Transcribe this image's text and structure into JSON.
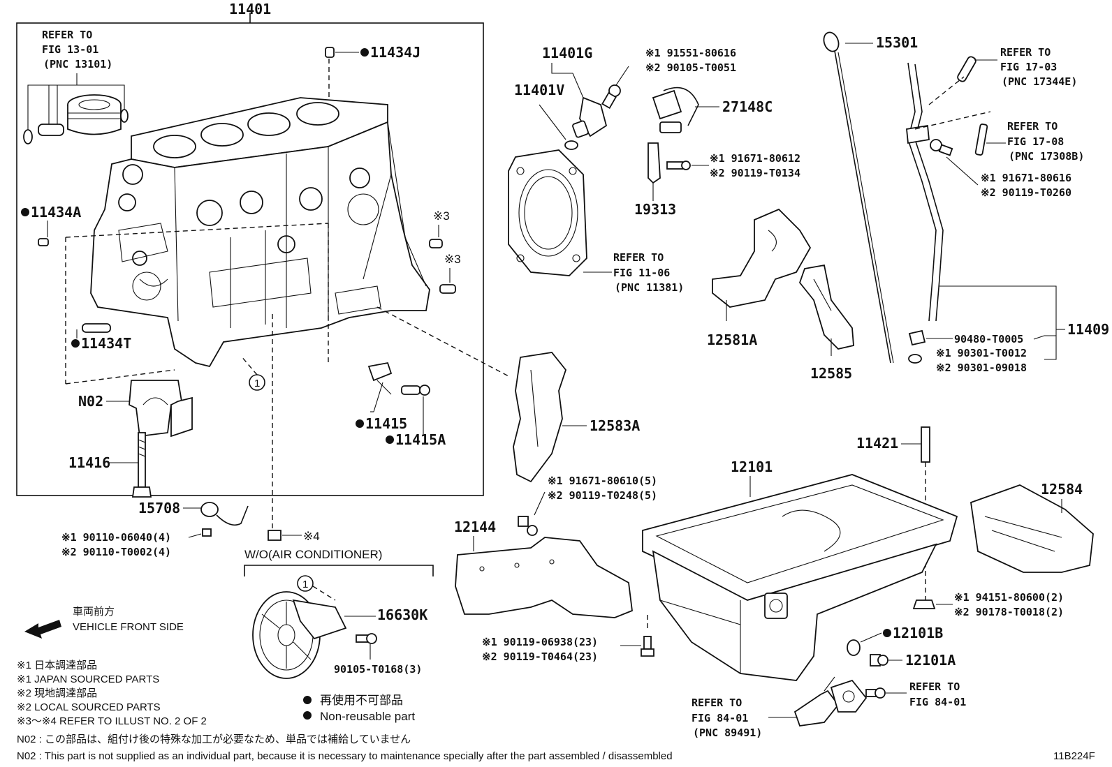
{
  "diagram_code": "11B224F",
  "labels": {
    "assembly_11401": "11401",
    "refer_fig_13_01": [
      "REFER TO",
      "FIG 13-01",
      "(PNC 13101)"
    ],
    "p_11434J": "11434J",
    "p_11434A": "11434A",
    "p_11434T": "11434T",
    "mark_3a": "※3",
    "mark_3b": "※3",
    "circle_1": "1",
    "p_N02": "N02",
    "p_11416": "11416",
    "p_11415": "11415",
    "p_11415A": "11415A",
    "p_15708": "15708",
    "p_15708_b1": "※1 90110-06040(4)",
    "p_15708_b2": "※2 90110-T0002(4)",
    "mark_4": "※4",
    "wo_air_conditioner": "W/O(AIR CONDITIONER)",
    "circle_1b": "1",
    "p_16630K": "16630K",
    "p_16630K_bolt": "90105-T0168(3)",
    "p_11401G": "11401G",
    "p_11401V": "11401V",
    "p_11401G_b1": "※1 91551-80616",
    "p_11401G_b2": "※2 90105-T0051",
    "p_27148C": "27148C",
    "p_19313_b1": "※1 91671-80612",
    "p_19313_b2": "※2 90119-T0134",
    "p_19313": "19313",
    "refer_fig_11_06": [
      "REFER TO",
      "FIG 11-06",
      "(PNC 11381)"
    ],
    "p_12581A": "12581A",
    "p_12585": "12585",
    "p_12583A": "12583A",
    "p_12583A_b1": "※1 91671-80610(5)",
    "p_12583A_b2": "※2 90119-T0248(5)",
    "p_12144": "12144",
    "p_12144_b1": "※1 90119-06938(23)",
    "p_12144_b2": "※2 90119-T0464(23)",
    "p_15301": "15301",
    "refer_fig_17_03": [
      "REFER TO",
      "FIG 17-03",
      "(PNC 17344E)"
    ],
    "refer_fig_17_08": [
      "REFER TO",
      "FIG 17-08",
      "(PNC 17308B)"
    ],
    "p_tube_b1": "※1 91671-80616",
    "p_tube_b2": "※2 90119-T0260",
    "p_11409": "11409",
    "p_90480": "90480-T0005",
    "p_90301_1": "※1 90301-T0012",
    "p_90301_2": "※2 90301-09018",
    "p_11421": "11421",
    "p_12101": "12101",
    "p_12584": "12584",
    "p_pan_nut1": "※1 94151-80600(2)",
    "p_pan_nut2": "※2 90178-T0018(2)",
    "p_12101B": "12101B",
    "p_12101A": "12101A",
    "refer_fig_84_01a": [
      "REFER TO",
      "FIG 84-01",
      "(PNC 89491)"
    ],
    "refer_fig_84_01b": [
      "REFER TO",
      "FIG 84-01"
    ]
  },
  "legend": {
    "vehicle_front_jp": "車両前方",
    "vehicle_front_en": "VEHICLE FRONT SIDE",
    "non_reusable_jp": "再使用不可部品",
    "non_reusable_en": "Non-reusable part",
    "notes": [
      "※1  日本調達部品",
      "※1  JAPAN SOURCED PARTS",
      "※2  現地調達部品",
      "※2  LOCAL SOURCED PARTS",
      "※3～※4  REFER TO ILLUST NO. 2 OF 2"
    ],
    "n02_jp": "N02 : この部品は、組付け後の特殊な加工が必要なため、単品では補給していません",
    "n02_en": "N02 : This part is not supplied as an individual part, because it is necessary to maintenance specially after the part assembled / disassembled"
  }
}
